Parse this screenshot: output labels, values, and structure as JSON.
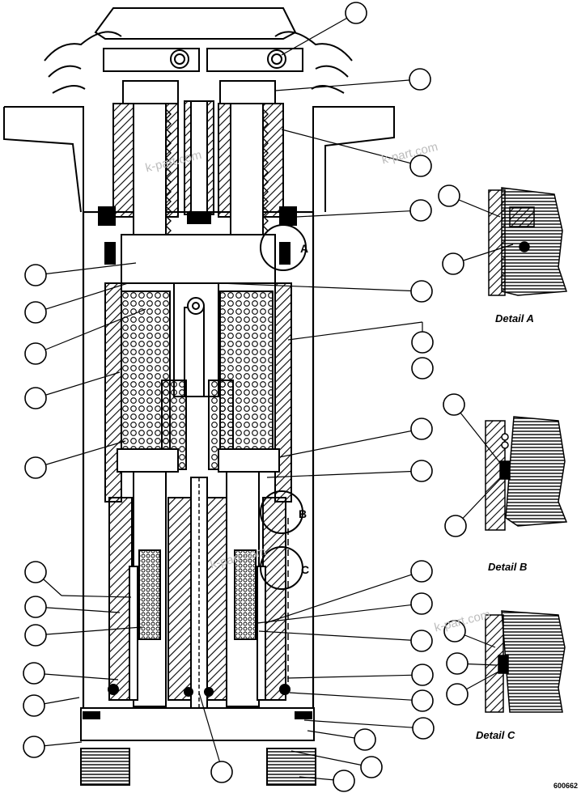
{
  "details": {
    "a": {
      "letter": "A",
      "label": "Detail A"
    },
    "b": {
      "letter": "B",
      "label": "Detail B"
    },
    "c": {
      "letter": "C",
      "label": "Detail C"
    }
  },
  "drawing_number": "600662",
  "watermark": "k-part.com",
  "colors": {
    "line": "#000000",
    "paper": "#ffffff",
    "watermark": "#bdbdbd"
  }
}
